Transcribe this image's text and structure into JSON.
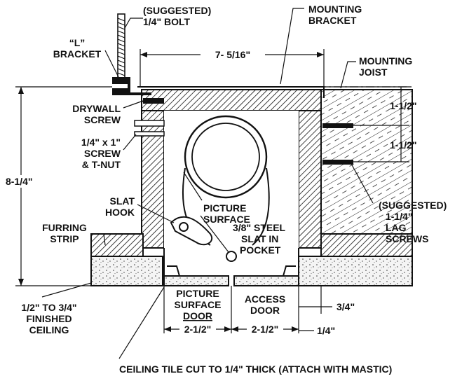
{
  "labels": {
    "bolt": [
      "(SUGGESTED)",
      "1/4\" BOLT"
    ],
    "mounting_bracket": [
      "MOUNTING",
      "BRACKET"
    ],
    "l_bracket": [
      "“L”",
      "BRACKET"
    ],
    "mounting_joist": [
      "MOUNTING",
      "JOIST"
    ],
    "drywall_screw": [
      "DRYWALL",
      "SCREW"
    ],
    "screw_tnut": [
      "1/4\" x 1\"",
      "SCREW",
      "& T-NUT"
    ],
    "slat_hook": [
      "SLAT",
      "HOOK"
    ],
    "picture_surface": [
      "PICTURE",
      "SURFACE"
    ],
    "steel_slat": [
      "3/8\" STEEL",
      "SLAT IN",
      "POCKET"
    ],
    "lag_screws": [
      "(SUGGESTED)",
      "1-1/4\"",
      "LAG",
      "SCREWS"
    ],
    "furring_strip": [
      "FURRING",
      "STRIP"
    ],
    "finished_ceiling": [
      "1/2\" TO 3/4\"",
      "FINISHED",
      "CEILING"
    ],
    "picture_surface_door": [
      "PICTURE",
      "SURFACE",
      "DOOR"
    ],
    "access_door": [
      "ACCESS",
      "DOOR"
    ]
  },
  "dimensions": {
    "width": "7- 5/16\"",
    "height": "8-1/4\"",
    "lag_upper": "1-1/2\"",
    "lag_lower": "1-1/2\"",
    "side_gap": "3/4\"",
    "door_left": "2-1/2\"",
    "door_right": "2-1/2\"",
    "gap_quarter": "1/4\""
  },
  "caption": "CEILING TILE CUT TO 1/4\" THICK (ATTACH WITH MASTIC)"
}
